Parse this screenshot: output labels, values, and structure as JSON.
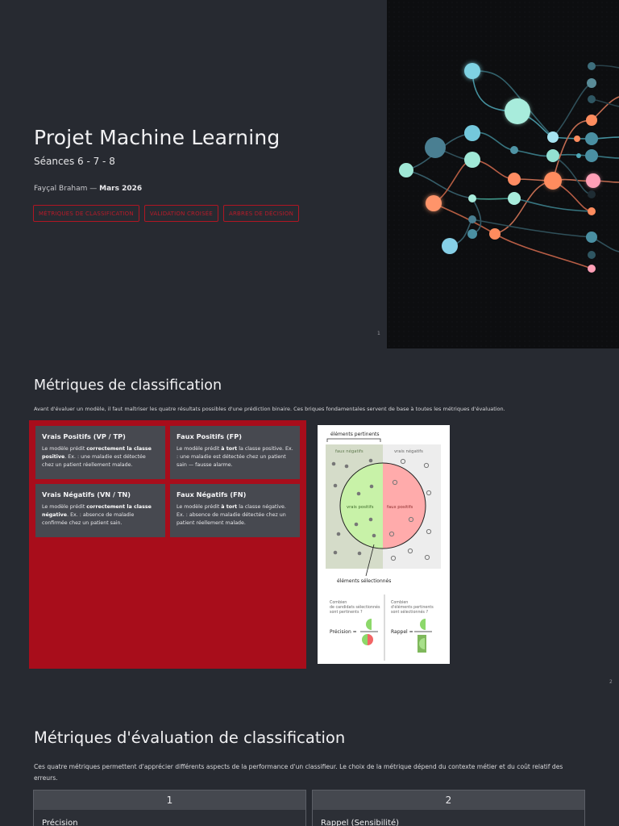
{
  "slide1": {
    "title": "Projet Machine Learning",
    "subtitle": "Séances 6 - 7 - 8",
    "author": "Fayçal Braham —",
    "date": "Mars 2026",
    "tags": [
      "MÉTRIQUES DE CLASSIFICATION",
      "VALIDATION CROISÉE",
      "ARBRES DE DÉCISION"
    ],
    "page": "1"
  },
  "slide2": {
    "title": "Métriques de classification",
    "intro": "Avant d'évaluer un modèle, il faut maîtriser les quatre résultats possibles d'une prédiction binaire. Ces briques fondamentales servent de base à toutes les métriques d'évaluation.",
    "cards": [
      {
        "title": "Vrais Positifs (VP / TP)",
        "pre": "Le modèle prédit ",
        "bold": "correctement la classe positive",
        "post": ". Ex. : une maladie est détectée chez un patient réellement malade."
      },
      {
        "title": "Faux Positifs (FP)",
        "pre": "Le modèle prédit ",
        "bold": "à tort",
        "post": " la classe positive. Ex. : une maladie est détectée chez un patient sain — fausse alarme."
      },
      {
        "title": "Vrais Négatifs (VN / TN)",
        "pre": "Le modèle prédit ",
        "bold": "correctement la classe négative",
        "post": ". Ex. : absence de maladie confirmée chez un patient sain."
      },
      {
        "title": "Faux Négatifs (FN)",
        "pre": "Le modèle prédit ",
        "bold": "à tort",
        "post": " la classe négative. Ex. : absence de maladie détectée chez un patient réellement malade."
      }
    ],
    "figure": {
      "relevant": "éléments pertinents",
      "false_neg": "faux négatifs",
      "true_neg": "vrais négatifs",
      "true_pos": "vrais positifs",
      "false_pos": "faux positifs",
      "selected": "éléments sélectionnés",
      "q_precision_1": "Combien",
      "q_precision_2": "de candidats sélectionnés",
      "q_precision_3": "sont pertinents ?",
      "q_recall_1": "Combien",
      "q_recall_2": "d'éléments pertinents",
      "q_recall_3": "sont sélectionnés ?",
      "precision_label": "Précision =",
      "recall_label": "Rappel ="
    },
    "page": "2"
  },
  "slide3": {
    "title": "Métriques d'évaluation de classification",
    "intro": "Ces quatre métriques permettent d'apprécier différents aspects de la performance d'un classifieur. Le choix de la métrique dépend du contexte métier et du coût relatif des erreurs.",
    "columns": [
      {
        "num": "1",
        "label": "Précision"
      },
      {
        "num": "2",
        "label": "Rappel (Sensibilité)"
      }
    ]
  }
}
